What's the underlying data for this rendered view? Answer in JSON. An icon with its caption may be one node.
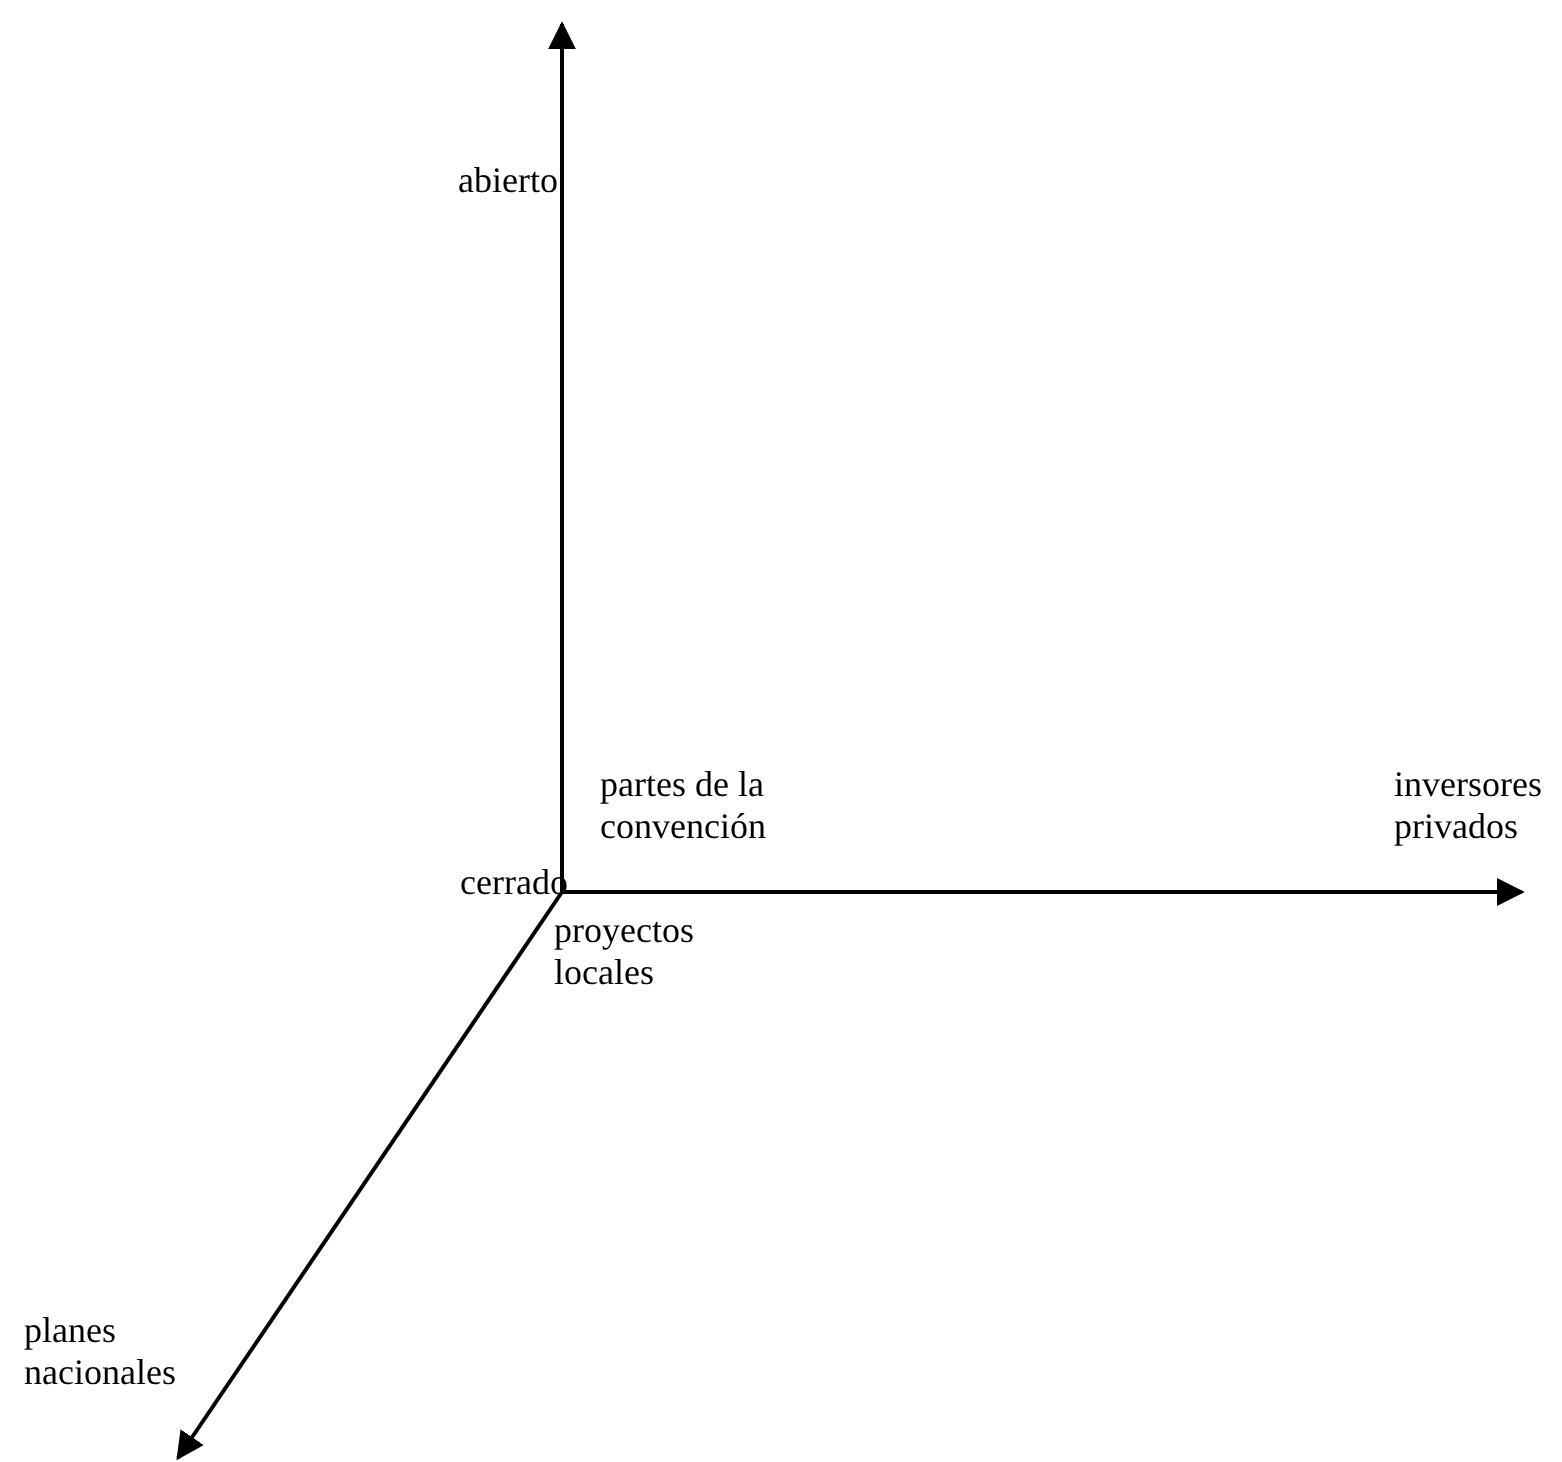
{
  "diagram": {
    "labels": [
      "abierto",
      "partes de la convención",
      "inversores privados",
      "cerrado",
      "proyectos locales",
      "planes nacionales"
    ]
  }
}
